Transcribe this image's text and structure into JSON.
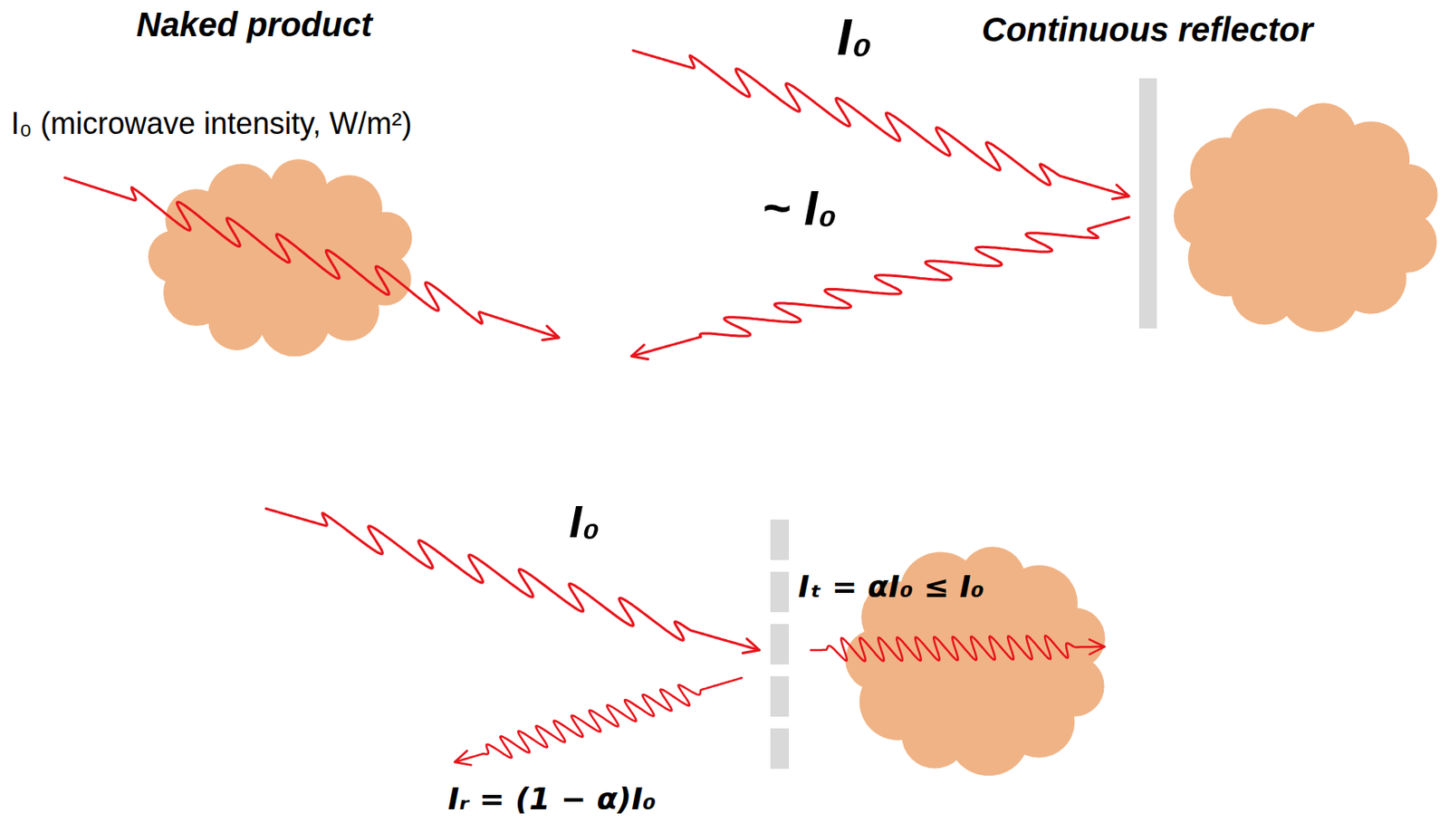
{
  "diagram": {
    "labels": [
      "Naked product",
      "I₀",
      "Continuous reflector",
      "I₀ (microwave intensity, W/m²)",
      "~ I₀",
      "I₀",
      "Iₜ = αI₀ ≤ I₀",
      "Iᵣ = (1 − α)I₀"
    ]
  }
}
